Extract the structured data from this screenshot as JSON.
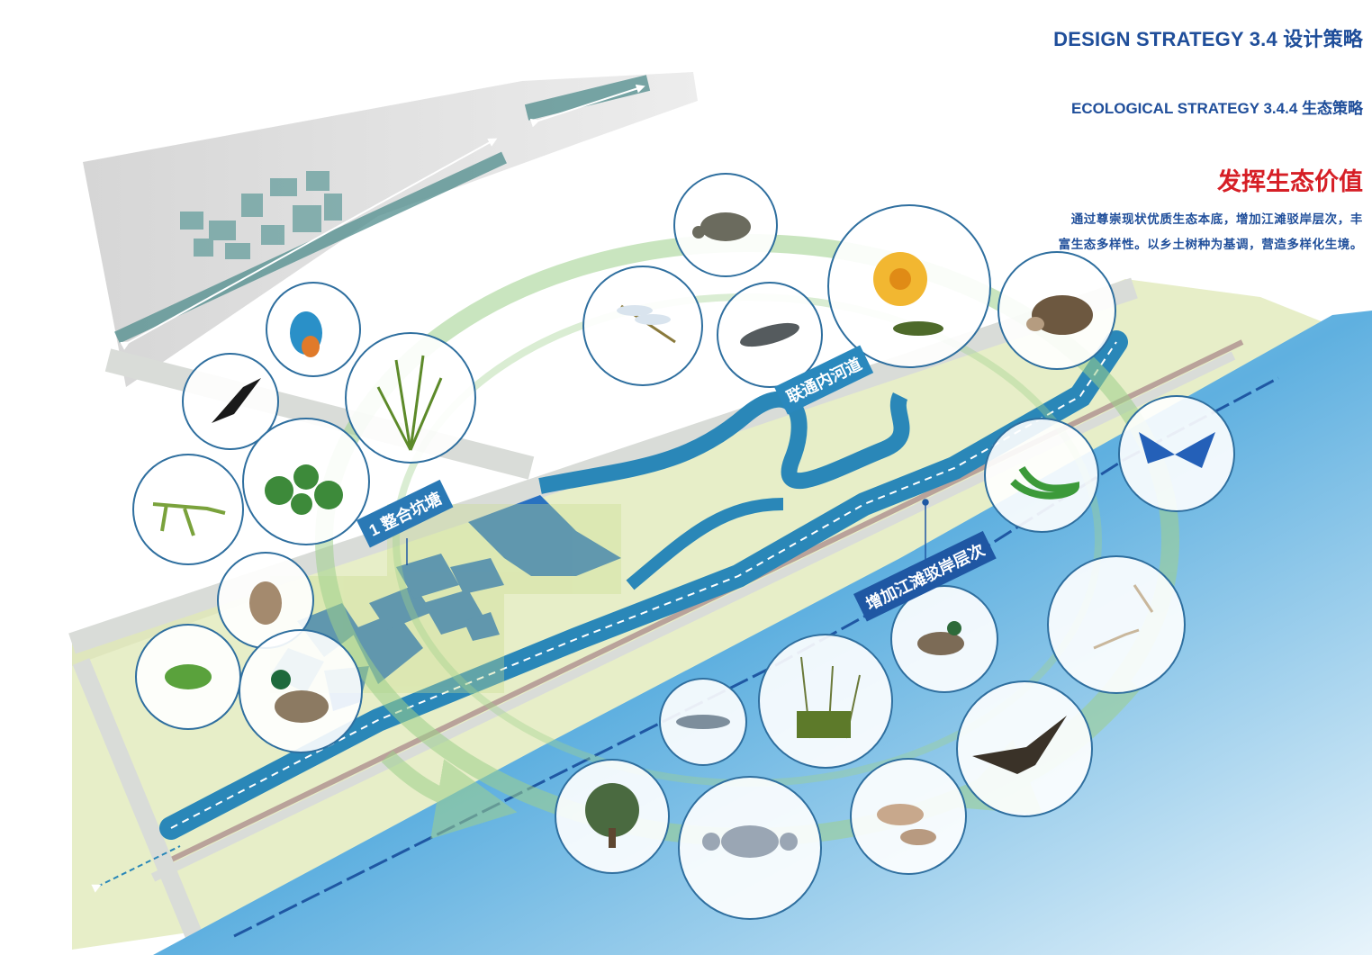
{
  "header": {
    "title_main": "DESIGN STRATEGY 3.4 设计策略",
    "title_sub": "ECOLOGICAL STRATEGY  3.4.4 生态策略"
  },
  "headline": "发挥生态价值",
  "description": {
    "line1": "通过尊崇现状优质生态本底，增加江滩驳岸层次，丰",
    "line2": "富生态多样性。以乡土树种为基调，营造多样化生境。"
  },
  "map_labels": {
    "ponds": "1 整合坑塘",
    "river": "联通内河道",
    "bank": "增加江滩驳岸层次"
  },
  "species": [
    {
      "icon": "turtle-icon"
    },
    {
      "icon": "dragonfly-icon"
    },
    {
      "icon": "catfish-icon"
    },
    {
      "icon": "chrysanthemum-icon"
    },
    {
      "icon": "hedgehog-icon"
    },
    {
      "icon": "kingfisher-icon"
    },
    {
      "icon": "stork-icon"
    },
    {
      "icon": "reed-grass-icon"
    },
    {
      "icon": "mantis-icon"
    },
    {
      "icon": "lily-pad-icon"
    },
    {
      "icon": "snake-icon"
    },
    {
      "icon": "butterfly-icon"
    },
    {
      "icon": "squirrel-icon"
    },
    {
      "icon": "frog-icon"
    },
    {
      "icon": "mallard-icon"
    },
    {
      "icon": "duck-icon"
    },
    {
      "icon": "egret-icon"
    },
    {
      "icon": "fish-icon"
    },
    {
      "icon": "cattail-icon"
    },
    {
      "icon": "falcon-icon"
    },
    {
      "icon": "tree-icon"
    },
    {
      "icon": "crab-icon"
    },
    {
      "icon": "carp-icon"
    }
  ],
  "colors": {
    "header_blue": "#1f4e9a",
    "headline_red": "#d61f26",
    "water_blue": "#2a87b8",
    "pond_blue": "#1565c0",
    "land_green": "#e7eec8",
    "ring_green": "#9ed08c",
    "circle_stroke": "#2f4f8f"
  }
}
